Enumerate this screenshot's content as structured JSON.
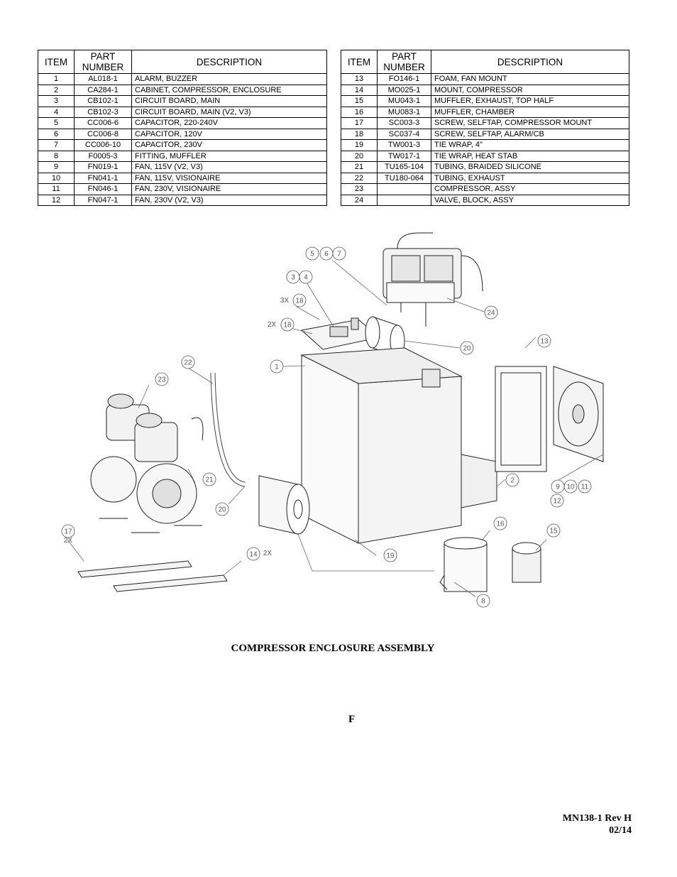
{
  "table_headers": {
    "item": "ITEM",
    "part_number": "PART NUMBER",
    "description": "DESCRIPTION"
  },
  "parts_left": [
    {
      "item": "1",
      "part": "AL018-1",
      "desc": "ALARM, BUZZER"
    },
    {
      "item": "2",
      "part": "CA284-1",
      "desc": "CABINET, COMPRESSOR, ENCLOSURE"
    },
    {
      "item": "3",
      "part": "CB102-1",
      "desc": "CIRCUIT BOARD, MAIN"
    },
    {
      "item": "4",
      "part": "CB102-3",
      "desc": "CIRCUIT BOARD, MAIN (V2, V3)"
    },
    {
      "item": "5",
      "part": "CC006-6",
      "desc": "CAPACITOR, 220-240V"
    },
    {
      "item": "6",
      "part": "CC006-8",
      "desc": "CAPACITOR, 120V"
    },
    {
      "item": "7",
      "part": "CC006-10",
      "desc": "CAPACITOR, 230V"
    },
    {
      "item": "8",
      "part": "F0005-3",
      "desc": "FITTING, MUFFLER"
    },
    {
      "item": "9",
      "part": "FN019-1",
      "desc": "FAN, 115V (V2, V3)"
    },
    {
      "item": "10",
      "part": "FN041-1",
      "desc": "FAN, 115V, VISIONAIRE"
    },
    {
      "item": "11",
      "part": "FN046-1",
      "desc": "FAN, 230V, VISIONAIRE"
    },
    {
      "item": "12",
      "part": "FN047-1",
      "desc": "FAN, 230V (V2, V3)"
    }
  ],
  "parts_right": [
    {
      "item": "13",
      "part": "FO146-1",
      "desc": "FOAM, FAN MOUNT"
    },
    {
      "item": "14",
      "part": "MO025-1",
      "desc": "MOUNT, COMPRESSOR"
    },
    {
      "item": "15",
      "part": "MU043-1",
      "desc": "MUFFLER, EXHAUST, TOP HALF"
    },
    {
      "item": "16",
      "part": "MU083-1",
      "desc": "MUFFLER, CHAMBER"
    },
    {
      "item": "17",
      "part": "SC003-3",
      "desc": "SCREW, SELFTAP, COMPRESSOR MOUNT"
    },
    {
      "item": "18",
      "part": "SC037-4",
      "desc": "SCREW, SELFTAP, ALARM/CB"
    },
    {
      "item": "19",
      "part": "TW001-3",
      "desc": "TIE WRAP, 4\""
    },
    {
      "item": "20",
      "part": "TW017-1",
      "desc": "TIE WRAP, HEAT STAB"
    },
    {
      "item": "21",
      "part": "TU165-104",
      "desc": "TUBING, BRAIDED SILICONE"
    },
    {
      "item": "22",
      "part": "TU180-064",
      "desc": "TUBING, EXHAUST"
    },
    {
      "item": "23",
      "part": "",
      "desc": "COMPRESSOR, ASSY"
    },
    {
      "item": "24",
      "part": "",
      "desc": "VALVE, BLOCK, ASSY"
    }
  ],
  "callout_numbers": [
    "5",
    "6",
    "7",
    "3",
    "4",
    "18",
    "18",
    "24",
    "20",
    "1",
    "13",
    "22",
    "23",
    "2",
    "21",
    "9",
    "10",
    "11",
    "12",
    "20",
    "16",
    "15",
    "17",
    "14",
    "19",
    "8"
  ],
  "quantity_marks": {
    "q18a": "3X",
    "q18b": "2X",
    "q17": "2X",
    "q14": "2X"
  },
  "caption": "COMPRESSOR ENCLOSURE ASSEMBLY",
  "page_letter": "F",
  "doc_number": "MN138-1 Rev H",
  "doc_date": "02/14"
}
